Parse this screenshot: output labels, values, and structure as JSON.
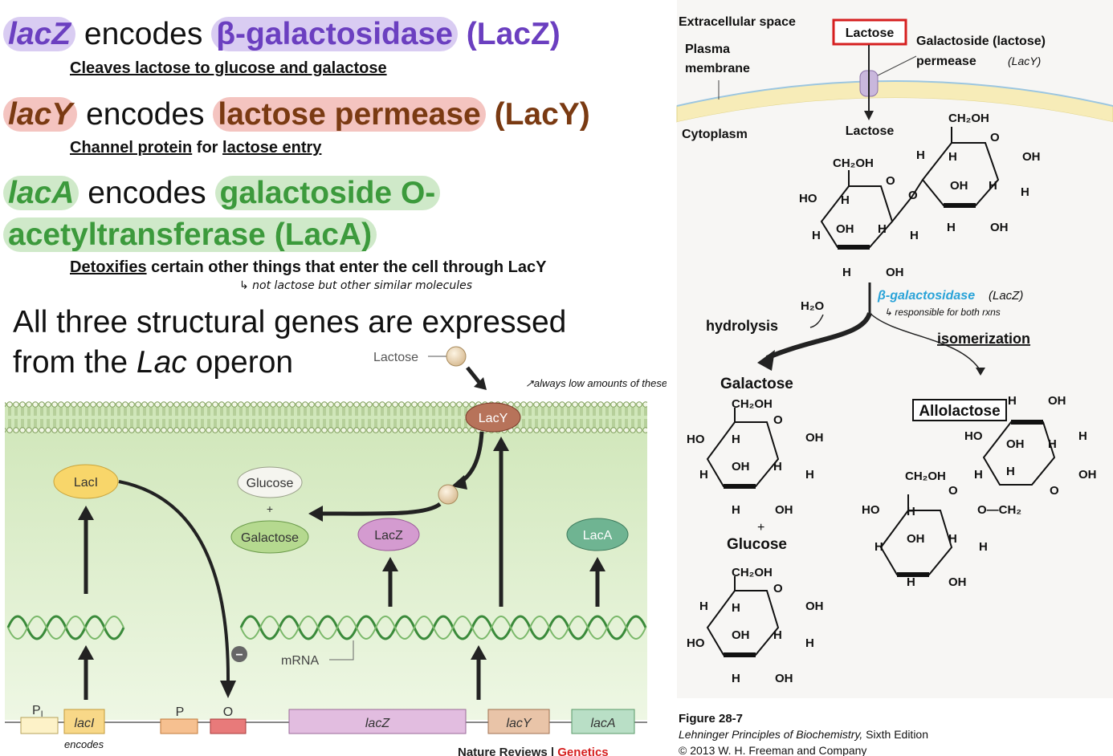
{
  "left_text": {
    "line1": {
      "gene": "lacZ",
      "encodes": "encodes",
      "protein": "β-galactosidase",
      "abbr": "(LacZ)",
      "note": "Cleaves lactose to glucose and galactose"
    },
    "line2": {
      "gene": "lacY",
      "encodes": "encodes",
      "protein": "lactose permease",
      "abbr": "(LacY)",
      "note_a": "Channel protein",
      "note_b": "for",
      "note_c": "lactose entry"
    },
    "line3": {
      "gene": "lacA",
      "encodes": "encodes",
      "protein_a": "galactoside O-",
      "protein_b": "acetyltransferase (LacA)",
      "note_a": "Detoxifies",
      "note_b": "certain other things that enter the cell through LacY",
      "hand": "↳ not lactose but other similar molecules"
    },
    "summary_a": "All three structural genes are expressed",
    "summary_b": "from the",
    "summary_lac": "Lac",
    "summary_c": "operon"
  },
  "operon_diagram": {
    "lactose": "Lactose",
    "lacy_protein": "LacY",
    "laci_protein": "LacI",
    "glucose": "Glucose",
    "plus": "+",
    "galactose": "Galactose",
    "lacz_protein": "LacZ",
    "laca_protein": "LacA",
    "mrna": "mRNA",
    "minus": "−",
    "pi": "P",
    "pi_sub": "I",
    "laci_gene": "lacI",
    "p": "P",
    "o": "O",
    "lacz_gene": "lacZ",
    "lacy_gene": "lacY",
    "laca_gene": "lacA",
    "hand_always": "↗always low amounts of these proteins.",
    "hand_encodes": "encodes",
    "credit_a": "Nature Reviews",
    "credit_sep": " | ",
    "credit_b": "Genetics"
  },
  "pathway": {
    "extracellular": "Extracellular space",
    "plasma_a": "Plasma",
    "plasma_b": "membrane",
    "lactose_box": "Lactose",
    "permease_a": "Galactoside (lactose)",
    "permease_b": "permease",
    "hand_lacy": "(LacY)",
    "cytoplasm": "Cytoplasm",
    "lactose_in": "Lactose",
    "b_gal": "β-galactosidase",
    "hand_lacz": "(LacZ)",
    "hand_both": "↳ responsible for both rxns",
    "h2o": "H₂O",
    "hydrolysis": "hydrolysis",
    "isomerization": "isomerization",
    "galactose": "Galactose",
    "allolactose": "Allolactose",
    "plus": "+",
    "glucose": "Glucose",
    "fig": "Figure 28-7",
    "book": "Lehninger Principles of Biochemistry,",
    "edition": " Sixth Edition",
    "copyright": "© 2013 W. H. Freeman and Company"
  },
  "colors": {
    "lacz_purple": "#6b3fc0",
    "lacz_bg": "#d9ccf2",
    "lacy_brown": "#7a3a12",
    "lacy_bg": "#f4c4c0",
    "laca_green": "#3c9a3c",
    "laca_bg": "#cfe9c9",
    "cell_green": "#d6ebc3",
    "blue": "#2aa3d8",
    "red_box": "#d61f1f"
  }
}
